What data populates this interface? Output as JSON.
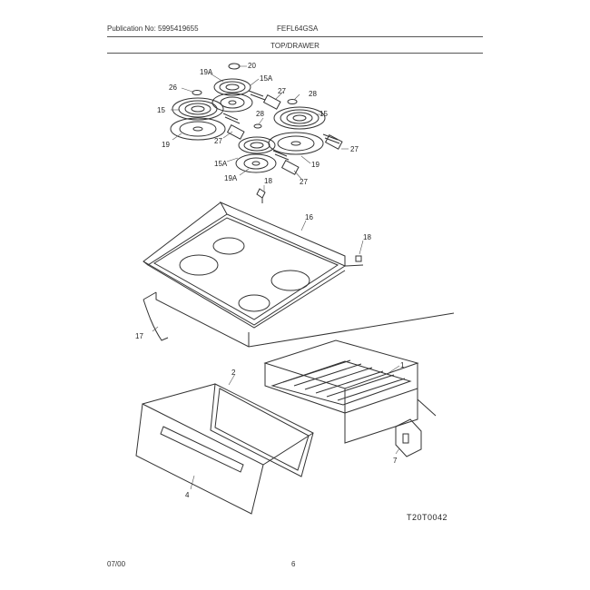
{
  "header": {
    "publication": "Publication No: 5995419655",
    "model": "FEFL64GSA"
  },
  "section_title": "TOP/DRAWER",
  "callouts": {
    "c20": "20",
    "c19a_top": "19A",
    "c15a_top": "15A",
    "c26": "26",
    "c27_top": "27",
    "c28_right": "28",
    "c15_left": "15",
    "c15_right": "15",
    "c19_left": "19",
    "c27_midleft": "27",
    "c28_mid": "28",
    "c27_right": "27",
    "c15a_bot": "15A",
    "c19_right": "19",
    "c19a_bot": "19A",
    "c27_bot": "27",
    "c18_top": "18",
    "c16": "16",
    "c18_right": "18",
    "c17": "17",
    "c1": "1",
    "c2": "2",
    "c4": "4",
    "c7": "7"
  },
  "drawing_code": "T20T0042",
  "footer": {
    "date": "07/00",
    "page": "6"
  }
}
